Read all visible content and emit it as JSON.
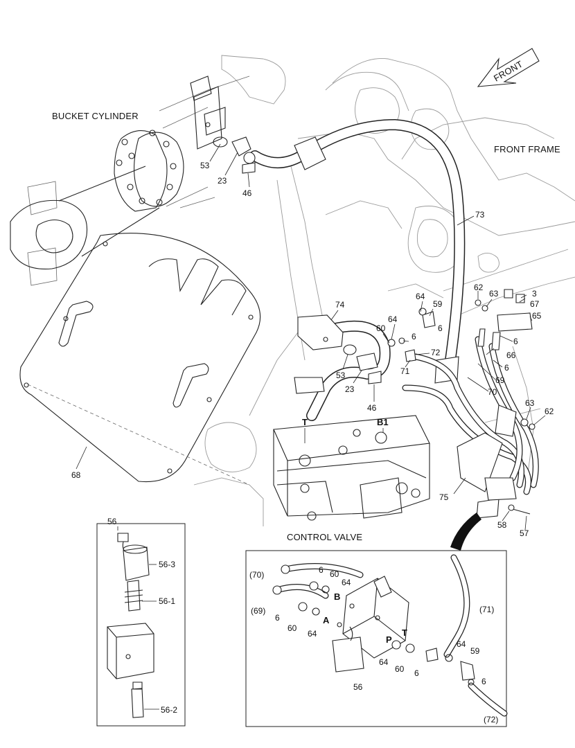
{
  "labels": {
    "bucket_cylinder": "BUCKET CYLINDER",
    "front_frame": "FRONT FRAME",
    "control_valve": "CONTROL VALVE",
    "front": "FRONT"
  },
  "callouts": {
    "c53a": "53",
    "c23a": "23",
    "c46a": "46",
    "c73": "73",
    "c74": "74",
    "c64a": "64",
    "c59a": "59",
    "c6a": "6",
    "c64b": "64",
    "c60a": "60",
    "c6b": "6",
    "c72": "72",
    "c53b": "53",
    "c23b": "23",
    "c46b": "46",
    "c71": "71",
    "c62a": "62",
    "c63a": "63",
    "c3": "3",
    "c67": "67",
    "c65": "65",
    "c6c": "6",
    "c66": "66",
    "c6d": "6",
    "c69": "69",
    "c70": "70",
    "c63b": "63",
    "c62b": "62",
    "c75": "75",
    "c58": "58",
    "c57": "57",
    "c68": "68",
    "cT": "T",
    "cB1": "B1"
  },
  "inset_left": {
    "title": "56",
    "parts": [
      "56-3",
      "56-1",
      "56-2"
    ]
  },
  "inset_right": {
    "c70": "(70)",
    "c69": "(69)",
    "c71": "(71)",
    "c72": "(72)",
    "c6a": "6",
    "c60a": "60",
    "c64a": "64",
    "portB": "B",
    "c6b": "6",
    "c60b": "60",
    "c64b": "64",
    "portA": "A",
    "portT": "T",
    "portP": "P",
    "c64c": "64",
    "c60c": "60",
    "c6c": "6",
    "c64d": "64",
    "c59": "59",
    "c6d": "6",
    "c56": "56"
  }
}
